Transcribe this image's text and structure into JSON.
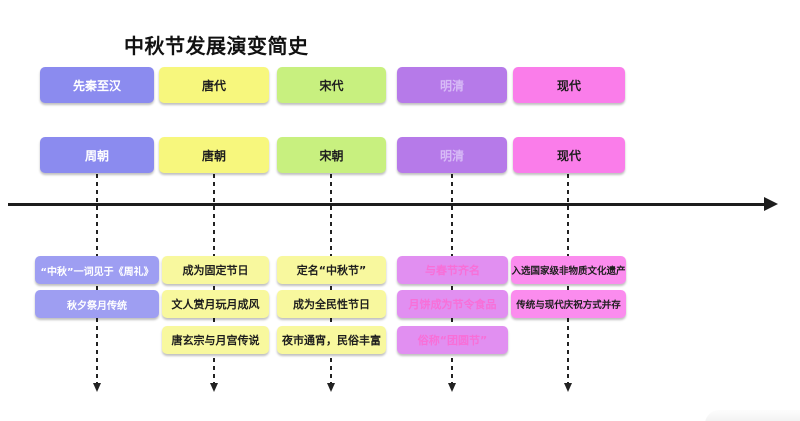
{
  "title": "中秋节发展演变简史",
  "columns": [
    {
      "era": "先秦至汉",
      "dynasty": "周朝",
      "theme_header": "#8b8bef",
      "theme_event": "#9e9ef2",
      "events": [
        "“中秋”一词见于《周礼》",
        "秋夕祭月传统"
      ]
    },
    {
      "era": "唐代",
      "dynasty": "唐朝",
      "theme_header": "#f7f77d",
      "theme_event": "#f8f89e",
      "events": [
        "成为固定节日",
        "文人赏月玩月成风",
        "唐玄宗与月宫传说"
      ]
    },
    {
      "era": "宋代",
      "dynasty": "宋朝",
      "theme_header": "#c8f07f",
      "theme_event": "#f8f89e",
      "events": [
        "定名“中秋节”",
        "成为全民性节日",
        "夜市通宵，民俗丰富"
      ]
    },
    {
      "era": "明清",
      "dynasty": "明清",
      "theme_header": "#b67ae9",
      "theme_event": "#e18ff1",
      "events": [
        "与春节齐名",
        "月饼成为节令食品",
        "俗称“团圆节”"
      ]
    },
    {
      "era": "现代",
      "dynasty": "现代",
      "theme_header": "#fa7dea",
      "theme_event": "#fb8cee",
      "events": [
        "入选国家级非物质文化遗产",
        "传统与现代庆祝方式并存"
      ]
    }
  ],
  "axis_color": "#1d1d1d"
}
